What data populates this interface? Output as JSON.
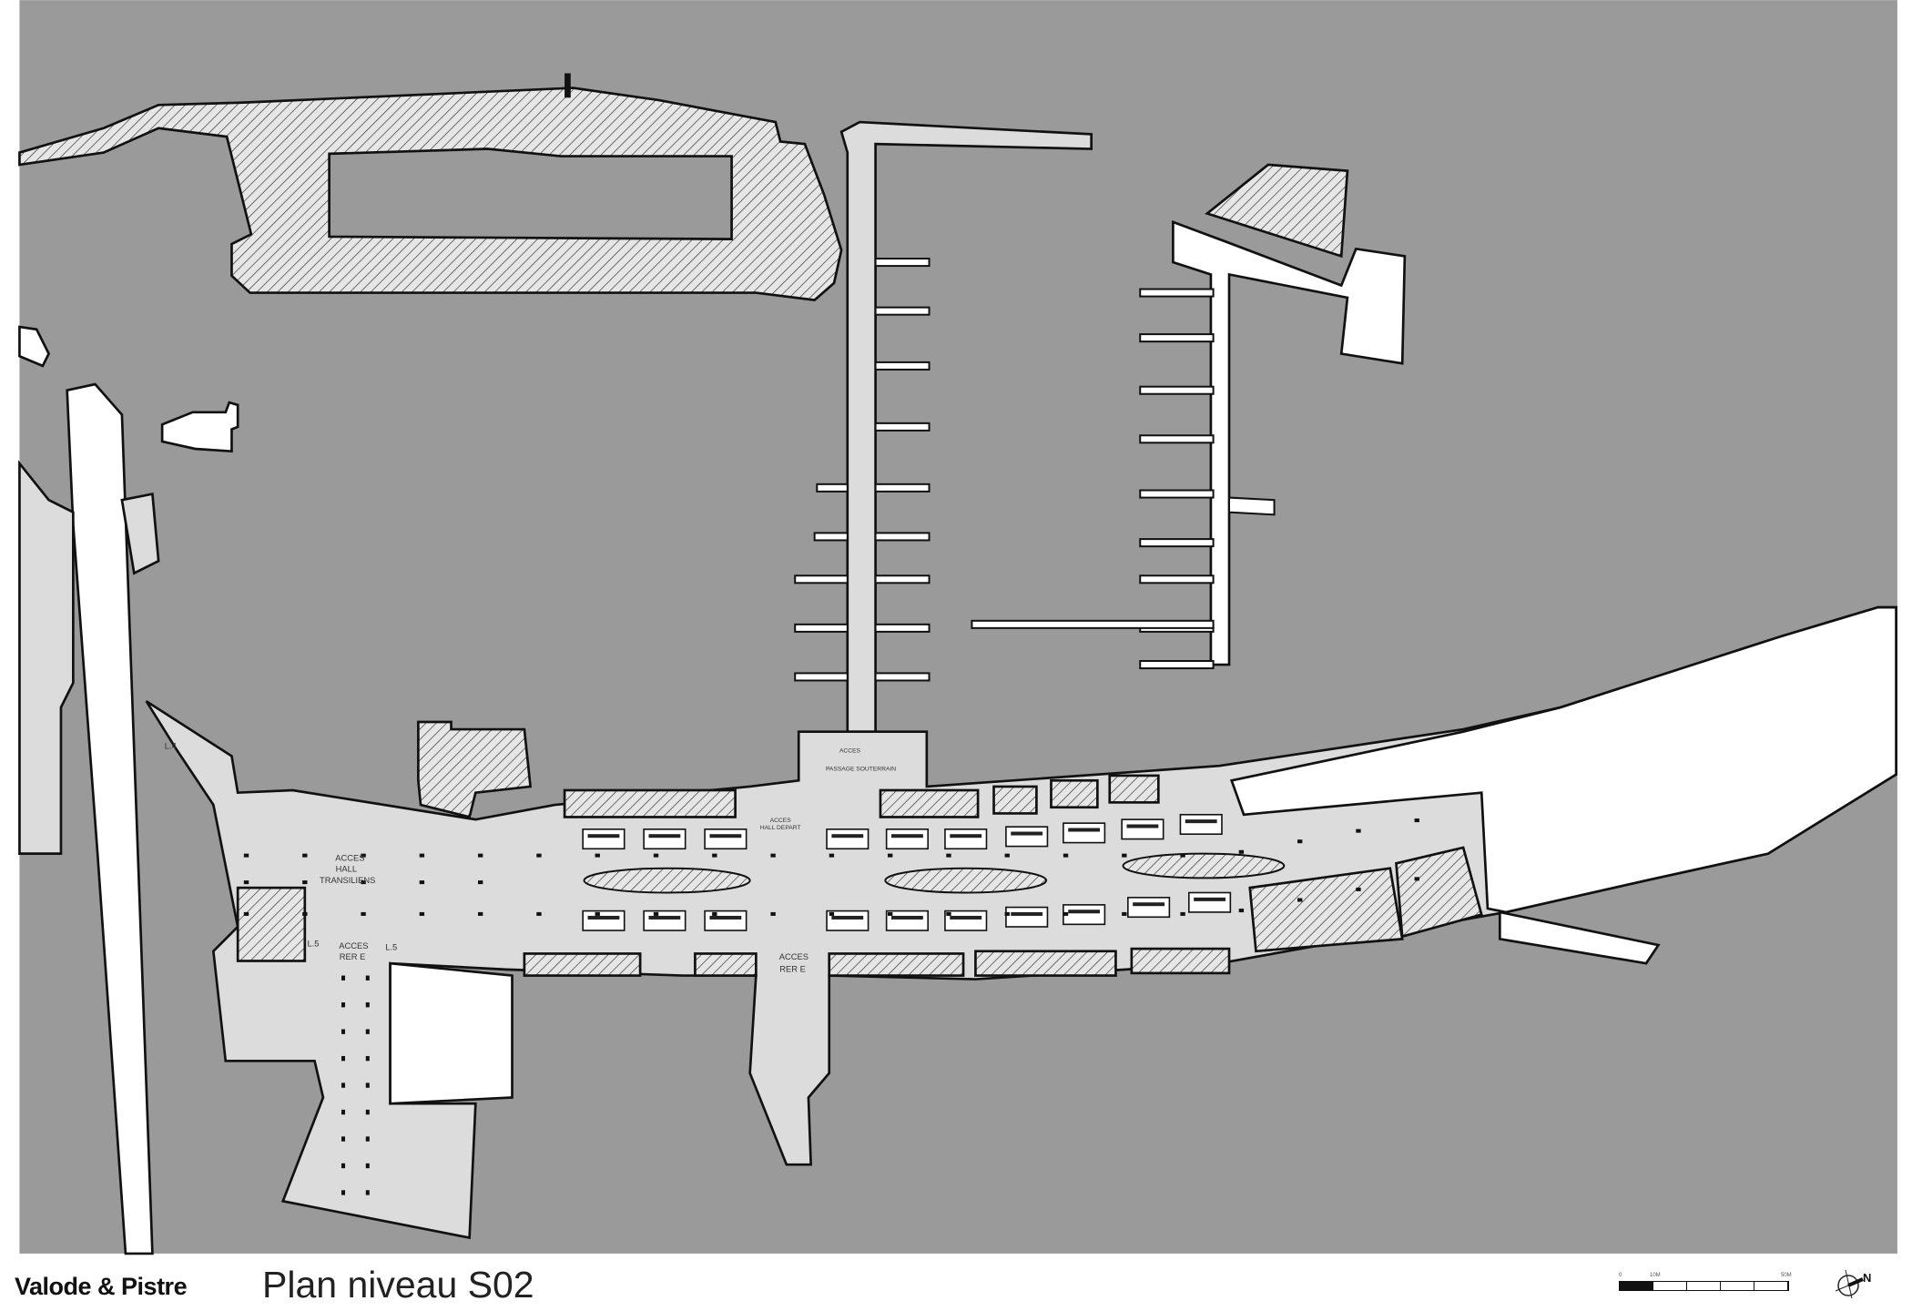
{
  "drawing": {
    "title": "Plan niveau S02",
    "firm": "Valode & Pistre",
    "colors": {
      "background": "#9a9a9a",
      "floor": "#dcdcdc",
      "wall": "#111111",
      "open": "#ffffff"
    }
  },
  "labels": {
    "acces_passage_1": "ACCES",
    "acces_passage_2": "PASSAGE SOUTERRAIN",
    "acces_hall_depart_1": "ACCES",
    "acces_hall_depart_2": "HALL DEPART",
    "acces_transiliens_1": "ACCES",
    "acces_transiliens_2": "HALL",
    "acces_transiliens_3": "TRANSILIENS",
    "acces_rer_left_1": "ACCES",
    "acces_rer_left_2": "RER E",
    "acces_rer_center_1": "ACCES",
    "acces_rer_center_2": "RER E",
    "l5_a": "L.5",
    "l5_b": "L.5",
    "l4": "L.4"
  },
  "scale_bar": {
    "start": "0",
    "mid": "10M",
    "end": "50M"
  },
  "north_arrow": {
    "icon": "north-arrow-icon",
    "letter": "N"
  }
}
